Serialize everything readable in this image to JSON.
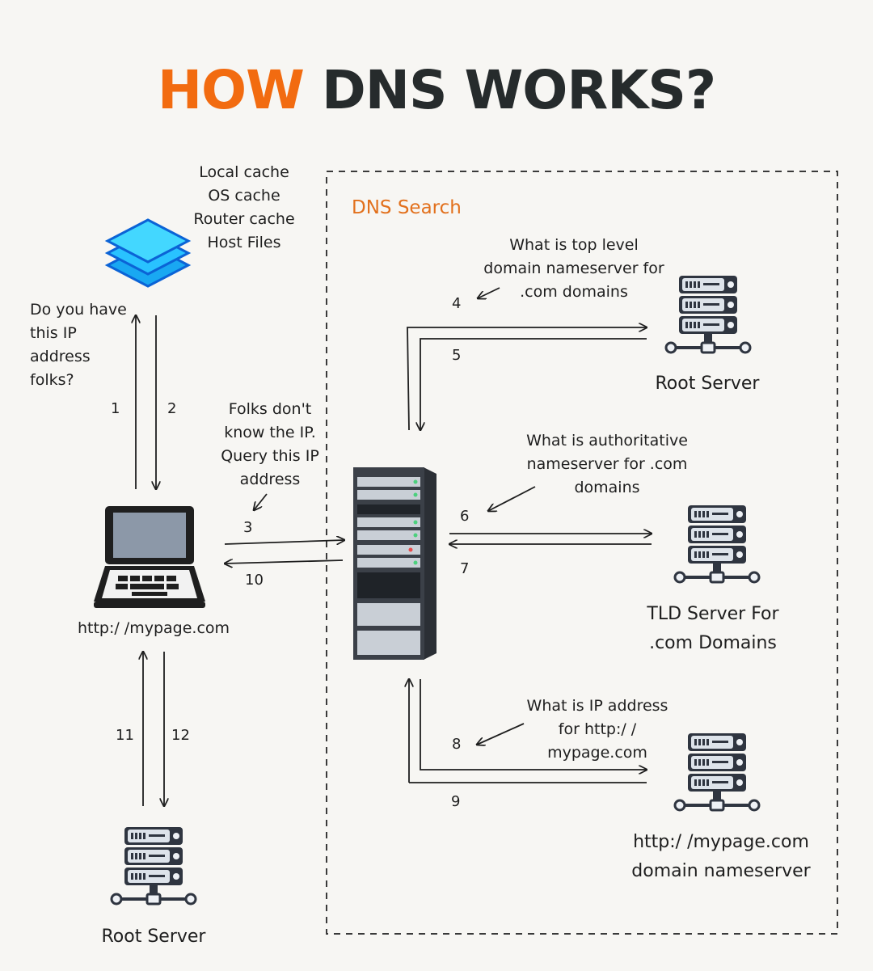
{
  "title": {
    "part1": "HOW",
    "part2": "DNS WORKS?"
  },
  "colors": {
    "accent": "#f26b10",
    "title": "#262b2c",
    "layers": "#19a8f2",
    "dashed_box": "#3a3a3a"
  },
  "cache_list": [
    "Local cache",
    "OS cache",
    "Router cache",
    "Host Files"
  ],
  "dns_search_label": "DNS Search",
  "question": [
    "Do you have",
    "this IP",
    "address",
    "folks?"
  ],
  "folks_reply": [
    "Folks don't",
    "know the IP.",
    "Query this IP",
    "address"
  ],
  "q_top_level": [
    "What is top level",
    "domain nameserver for",
    ".com domains"
  ],
  "q_authoritative": [
    "What is authoritative",
    "nameserver for .com",
    "domains"
  ],
  "q_ip": [
    "What is IP address",
    "for http:/ /",
    "mypage.com"
  ],
  "laptop_label": "http:/ /mypage.com",
  "root_server_label": "Root Server",
  "tld_label": [
    "TLD Server For",
    ".com Domains"
  ],
  "domain_ns_label": [
    "http:/ /mypage.com",
    "domain nameserver"
  ],
  "bottom_root_label": "Root Server",
  "steps": [
    "1",
    "2",
    "3",
    "4",
    "5",
    "6",
    "7",
    "8",
    "9",
    "10",
    "11",
    "12"
  ],
  "icons": {
    "cache": "stacked-layers-icon",
    "laptop": "laptop-icon",
    "resolver": "server-rack-icon",
    "server": "server-icon"
  }
}
